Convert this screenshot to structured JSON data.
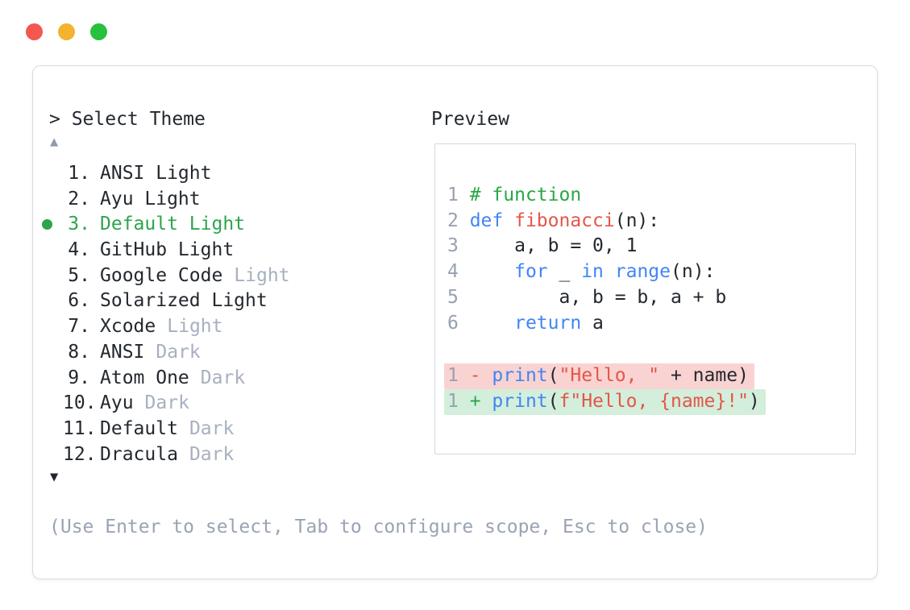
{
  "window": {
    "traffic_lights": [
      {
        "name": "close",
        "color": "#f4574f"
      },
      {
        "name": "minimize",
        "color": "#f3b32e"
      },
      {
        "name": "zoom",
        "color": "#27c13d"
      }
    ]
  },
  "theme_picker": {
    "prompt": "> Select Theme",
    "scroll_up": "▲",
    "scroll_down": "▼",
    "items": [
      {
        "num": "1.",
        "name": "ANSI Light",
        "muted": "",
        "selected": false
      },
      {
        "num": "2.",
        "name": "Ayu Light",
        "muted": "",
        "selected": false
      },
      {
        "num": "3.",
        "name": "Default Light",
        "muted": "",
        "selected": true
      },
      {
        "num": "4.",
        "name": "GitHub Light",
        "muted": "",
        "selected": false
      },
      {
        "num": "5.",
        "name": "Google Code",
        "muted": "Light",
        "selected": false
      },
      {
        "num": "6.",
        "name": "Solarized Light",
        "muted": "",
        "selected": false
      },
      {
        "num": "7.",
        "name": "Xcode",
        "muted": "Light",
        "selected": false
      },
      {
        "num": "8.",
        "name": "ANSI",
        "muted": "Dark",
        "selected": false
      },
      {
        "num": "9.",
        "name": "Atom One",
        "muted": "Dark",
        "selected": false
      },
      {
        "num": "10.",
        "name": "Ayu",
        "muted": "Dark",
        "selected": false
      },
      {
        "num": "11.",
        "name": "Default",
        "muted": "Dark",
        "selected": false
      },
      {
        "num": "12.",
        "name": "Dracula",
        "muted": "Dark",
        "selected": false
      }
    ],
    "hint": "(Use Enter to select, Tab to configure scope, Esc to close)"
  },
  "preview": {
    "title": "Preview",
    "code_lines": [
      {
        "n": "1",
        "segs": [
          {
            "t": "# function",
            "c": "com"
          }
        ]
      },
      {
        "n": "2",
        "segs": [
          {
            "t": "def ",
            "c": "kw"
          },
          {
            "t": "fibonacci",
            "c": "fn"
          },
          {
            "t": "(n):",
            "c": "pl"
          }
        ]
      },
      {
        "n": "3",
        "segs": [
          {
            "t": "    a, b = 0, 1",
            "c": "pl"
          }
        ]
      },
      {
        "n": "4",
        "segs": [
          {
            "t": "    ",
            "c": "pl"
          },
          {
            "t": "for",
            "c": "kw"
          },
          {
            "t": " _ ",
            "c": "pl"
          },
          {
            "t": "in",
            "c": "kw"
          },
          {
            "t": " ",
            "c": "pl"
          },
          {
            "t": "range",
            "c": "kw"
          },
          {
            "t": "(n):",
            "c": "pl"
          }
        ]
      },
      {
        "n": "5",
        "segs": [
          {
            "t": "        a, b = b, a + b",
            "c": "pl"
          }
        ]
      },
      {
        "n": "6",
        "segs": [
          {
            "t": "    ",
            "c": "pl"
          },
          {
            "t": "return",
            "c": "kw"
          },
          {
            "t": " a",
            "c": "pl"
          }
        ]
      }
    ],
    "diff_lines": [
      {
        "n": "1",
        "sign": "-",
        "kind": "removed",
        "segs": [
          {
            "t": "print",
            "c": "kw"
          },
          {
            "t": "(",
            "c": "pl"
          },
          {
            "t": "\"Hello, \"",
            "c": "str"
          },
          {
            "t": " + name)",
            "c": "pl"
          }
        ]
      },
      {
        "n": "1",
        "sign": "+",
        "kind": "added",
        "segs": [
          {
            "t": "print",
            "c": "kw"
          },
          {
            "t": "(",
            "c": "pl"
          },
          {
            "t": "f\"Hello, {name}!\"",
            "c": "str"
          },
          {
            "t": ")",
            "c": "pl"
          }
        ]
      }
    ]
  },
  "colors": {
    "text": "#23282f",
    "muted": "#a7b0c0",
    "hint": "#9aa3b4",
    "selected": "#2da44e",
    "keyword": "#4285f4",
    "string": "#e45649",
    "comment": "#28a745",
    "linenum": "#98a1b0",
    "removed-bg": "#f9d3d1",
    "added-bg": "#d3eedb",
    "border": "#d6dae2"
  }
}
